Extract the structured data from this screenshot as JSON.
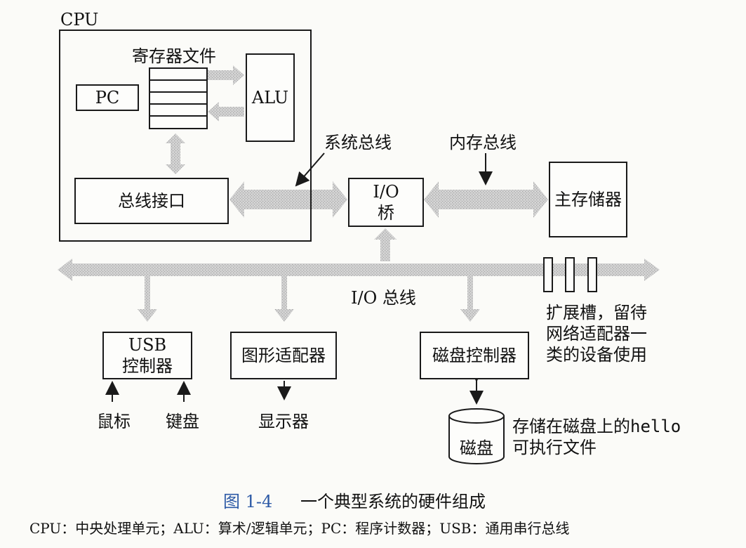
{
  "figure": {
    "cpu_label": "CPU",
    "register_file_label": "寄存器文件",
    "pc_label": "PC",
    "alu_label": "ALU",
    "bus_interface_label": "总线接口",
    "system_bus_label": "系统总线",
    "memory_bus_label": "内存总线",
    "io_bridge_line1": "I/O",
    "io_bridge_line2": "桥",
    "main_memory_label": "主存储器",
    "io_bus_label": "I/O 总线",
    "usb_controller_line1": "USB",
    "usb_controller_line2": "控制器",
    "graphics_adapter_label": "图形适配器",
    "disk_controller_label": "磁盘控制器",
    "expansion_slots_line1": "扩展槽，留待",
    "expansion_slots_line2": "网络适配器一",
    "expansion_slots_line3": "类的设备使用",
    "mouse_label": "鼠标",
    "keyboard_label": "键盘",
    "display_label": "显示器",
    "disk_label": "磁盘",
    "disk_note_prefix": "存储在磁盘上的",
    "disk_note_code": "hello",
    "disk_note_line2": "可执行文件"
  },
  "caption": {
    "number": "图 1-4",
    "title": "一个典型系统的硬件组成",
    "legend": "CPU：中央处理单元；ALU：算术/逻辑单元；PC：程序计数器；USB：通用串行总线"
  },
  "colors": {
    "bus_fill": "#c9c9c9",
    "bus_edge": "#9a9a9a",
    "caption_blue": "#2d5aa6",
    "line": "#1a1a1a"
  }
}
